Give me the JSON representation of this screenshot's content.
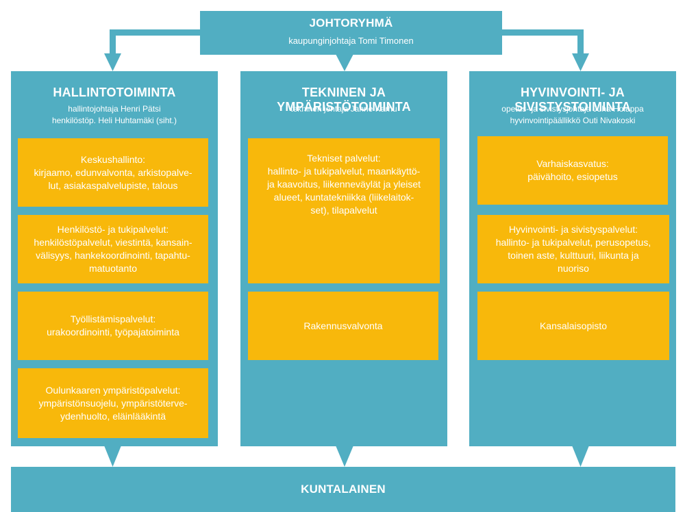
{
  "colors": {
    "teal": "#51aec2",
    "box": "#f8b80b",
    "text": "#ffffff"
  },
  "top": {
    "title": "JOHTORYHMÄ",
    "subtitle": "kaupunginjohtaja Tomi Timonen"
  },
  "columns": [
    {
      "title": "HALLINTOTOIMINTA",
      "sub": [
        "hallintojohtaja Henri Pätsi",
        "henkilöstöp. Heli Huhtamäki (siht.)"
      ],
      "boxes": [
        {
          "lines": [
            "Keskushallinto:",
            "kirjaamo, edunvalvonta, arkistopalve-",
            "lut, asiakaspalvelupiste, talous"
          ]
        },
        {
          "lines": [
            "Henkilöstö- ja tukipalvelut:",
            "henkilöstöpalvelut, viestintä, kansain-",
            "välisyys, hankekoordinointi, tapahtu-",
            "matuotanto"
          ]
        },
        {
          "lines": [
            "Työllistämispalvelut:",
            "urakoordinointi, työpajatoiminta"
          ]
        },
        {
          "lines": [
            "Oulunkaaren ympäristöpalvelut:",
            "ympäristönsuojelu, ympäristöterve-",
            "ydenhuolto, eläinlääkintä"
          ]
        }
      ]
    },
    {
      "title": "TEKNINEN JA YMPÄRISTÖTOIMINTA",
      "sub": [
        "tekninen johtaja Janne Karhu"
      ],
      "boxes": [
        {
          "lines": [
            "Tekniset palvelut:",
            "hallinto- ja tukipalvelut, maankäyttö-",
            "ja kaavoitus, liikenneväylät ja yleiset",
            "alueet, kuntatekniikka (liikelaitok-",
            "set), tilapalvelut"
          ]
        },
        {
          "lines": [
            "Rakennusvalvonta"
          ]
        }
      ]
    },
    {
      "title": "HYVINVOINTI- JA SIVISTYSTOIMINTA",
      "sub": [
        "opetus- ja sivistysjohtaja Juha Holappa",
        "hyvinvointipäällikkö Outi Nivakoski"
      ],
      "boxes": [
        {
          "lines": [
            "Varhaiskasvatus:",
            "päivähoito, esiopetus"
          ]
        },
        {
          "lines": [
            "Hyvinvointi- ja sivistyspalvelut:",
            "hallinto- ja tukipalvelut, perusopetus,",
            "toinen aste, kulttuuri, liikunta ja",
            "nuoriso"
          ]
        },
        {
          "lines": [
            "Kansalaisopisto"
          ]
        }
      ]
    }
  ],
  "bottom": {
    "title": "KUNTALAINEN"
  }
}
